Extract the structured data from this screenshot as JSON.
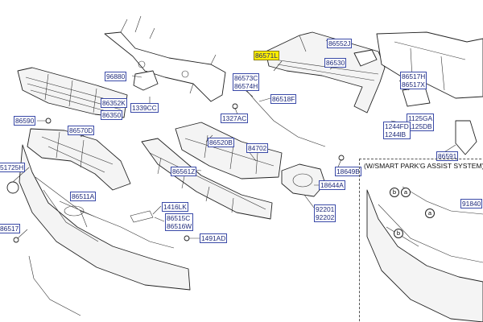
{
  "labels": {
    "l_86571L": "86571L",
    "l_86552J": "86552J",
    "l_86530": "86530",
    "l_96880": "96880",
    "l_86573C": "86573C",
    "l_86574H": "86574H",
    "l_86352K": "86352K",
    "l_86350": "86350",
    "l_1339CC": "1339CC",
    "l_86518F": "86518F",
    "l_86517H": "86517H",
    "l_86517X": "86517X",
    "l_1327AC": "1327AC",
    "l_86590": "86590",
    "l_86570D": "86570D",
    "l_1125GA": "1125GA",
    "l_1125DB": "1125DB",
    "l_1244FD": "1244FD",
    "l_1244lB": "1244lB",
    "l_86520B": "86520B",
    "l_84702": "84702",
    "l_86591": "86591",
    "l_51725H": "51725H",
    "l_86561Z": "86561Z",
    "l_18649B": "18649B",
    "l_18644A": "18644A",
    "l_86511A": "86511A",
    "l_1416LK": "1416LK",
    "l_86515C": "86515C",
    "l_86516W": "86516W",
    "l_92201": "92201",
    "l_92202": "92202",
    "l_86517": "86517",
    "l_1491AD": "1491AD",
    "l_91840": "91840"
  },
  "smart_park_title": "(W/SMART PARK'G ASSIST SYSTEM)",
  "callouts": {
    "b": "b",
    "a": "a"
  },
  "highlight_color": "#ffee00"
}
